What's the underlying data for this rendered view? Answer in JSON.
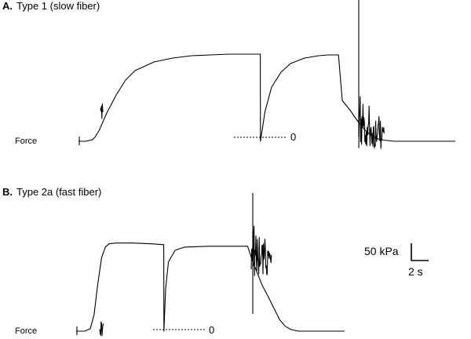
{
  "chart_data": [
    {
      "type": "line",
      "panel_letter": "A.",
      "title": "Type 1 (slow fiber)",
      "ylabel": "Force",
      "zero_label": "0",
      "series": [
        {
          "x": [
            0,
            0.8,
            1.5,
            1.8,
            2.2,
            3.0,
            4.0,
            5.0,
            6.0,
            8.0,
            10.0,
            12.0,
            14.0,
            16.0,
            18.0,
            19.3,
            19.32,
            19.8,
            20.5,
            21.5,
            22.5,
            24.0,
            25.5,
            26.5,
            27.6,
            28.0,
            28.8,
            29.5,
            30.0,
            30.6,
            31.3,
            32.0,
            33.5,
            35.0,
            37.0,
            40.0
          ],
          "y": [
            0,
            0,
            2,
            6,
            14,
            36,
            59,
            78,
            90,
            101,
            106,
            109,
            110,
            111,
            111,
            111,
            0,
            38,
            69,
            88,
            99,
            106,
            109,
            110,
            110,
            52,
            40,
            28,
            20,
            12,
            6,
            2,
            0,
            0,
            0,
            0
          ]
        }
      ]
    },
    {
      "type": "line",
      "panel_letter": "B.",
      "title": "Type 2a (fast fiber)",
      "ylabel": "Force",
      "zero_label": "0",
      "series": [
        {
          "x": [
            0,
            0.9,
            1.5,
            1.9,
            2.3,
            2.7,
            3.1,
            3.5,
            4.2,
            6.0,
            8.0,
            9.3,
            9.32,
            9.5,
            9.8,
            10.5,
            11.5,
            14.0,
            17.0,
            18.2,
            18.6,
            19.2,
            19.8,
            20.4,
            21.0,
            21.6,
            22.2,
            22.8,
            23.6,
            24.5,
            26.0,
            28.5
          ],
          "y": [
            0,
            0,
            3,
            20,
            58,
            90,
            103,
            107,
            108,
            108,
            107,
            106,
            0,
            52,
            85,
            99,
            103,
            104,
            104,
            104,
            90,
            72,
            55,
            42,
            28,
            14,
            6,
            2,
            0,
            0,
            0,
            0
          ]
        }
      ]
    }
  ],
  "scale_bar": {
    "force": "50 kPa",
    "time": "2 s"
  }
}
